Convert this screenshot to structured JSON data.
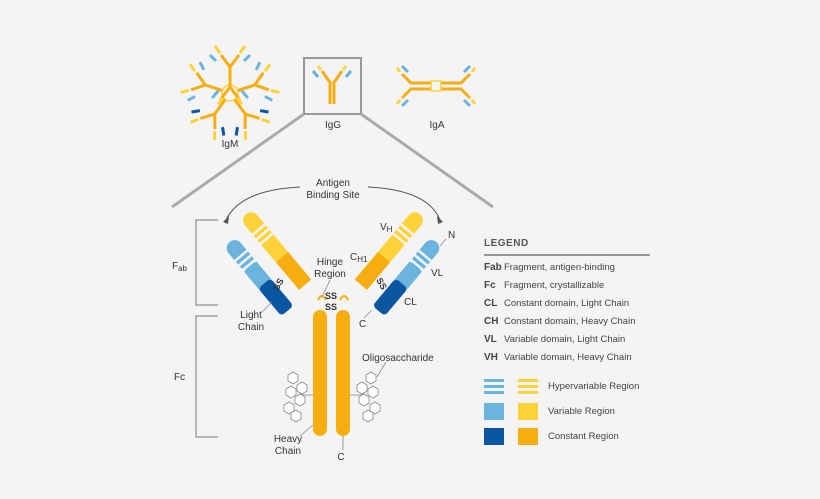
{
  "colors": {
    "light_blue": "#6ab4de",
    "dark_blue": "#0a56a0",
    "yellow": "#ffd23a",
    "orange": "#f6ad0f",
    "line": "#7d7d7d",
    "gray": "#9a9a9a"
  },
  "types": {
    "igm": "IgM",
    "igg": "IgG",
    "iga": "IgA"
  },
  "labels": {
    "antigen_binding_site_line1": "Antigen",
    "antigen_binding_site_line2": "Binding Site",
    "fab_main": "F",
    "fab_sub": "ab",
    "fc": "Fc",
    "hinge_line1": "Hinge",
    "hinge_line2": "Region",
    "light_chain_line1": "Light",
    "light_chain_line2": "Chain",
    "heavy_chain_line1": "Heavy",
    "heavy_chain_line2": "Chain",
    "oligosaccharide": "Oligosaccharide",
    "vh_main": "V",
    "vh_sub": "H",
    "ch1_main": "C",
    "ch1_sub": "H1",
    "vl": "VL",
    "cl": "CL",
    "n_terminal": "N",
    "c_terminal_light": "C",
    "c_terminal_heavy": "C",
    "ss": "SS"
  },
  "legend": {
    "title": "LEGEND",
    "rows": [
      {
        "abbr": "Fab",
        "desc": "Fragment, antigen-binding"
      },
      {
        "abbr": "Fc",
        "desc": "Fragment, crystallizable"
      },
      {
        "abbr": "CL",
        "desc": "Constant domain, Light Chain"
      },
      {
        "abbr": "CH",
        "desc": "Constant domain, Heavy Chain"
      },
      {
        "abbr": "VL",
        "desc": "Variable domain, Light Chain"
      },
      {
        "abbr": "VH",
        "desc": "Variable domain, Heavy Chain"
      }
    ],
    "swatches": [
      {
        "label": "Hypervariable Region"
      },
      {
        "label": "Variable Region"
      },
      {
        "label": "Constant Region"
      }
    ]
  }
}
